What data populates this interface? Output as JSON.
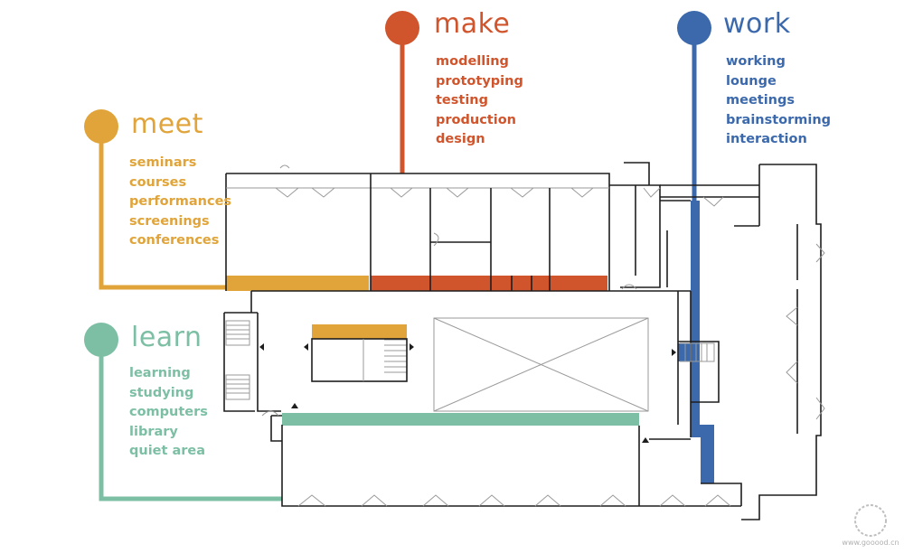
{
  "colors": {
    "meet": "#e0a43a",
    "make": "#d0552c",
    "work": "#3b69ac",
    "learn": "#7cbfa4",
    "wall": "#1e1e1e",
    "thin": "#9a9a9a"
  },
  "zones": {
    "meet": {
      "title": "meet",
      "items": [
        "seminars",
        "courses",
        "performances",
        "screenings",
        "conferences"
      ]
    },
    "make": {
      "title": "make",
      "items": [
        "modelling",
        "prototyping",
        "testing",
        "production",
        "design"
      ]
    },
    "work": {
      "title": "work",
      "items": [
        "working",
        "lounge",
        "meetings",
        "brainstorming",
        "interaction"
      ]
    },
    "learn": {
      "title": "learn",
      "items": [
        "learning",
        "studying",
        "computers",
        "library",
        "quiet area"
      ]
    }
  },
  "watermark": {
    "text": "www.gooood.cn"
  }
}
